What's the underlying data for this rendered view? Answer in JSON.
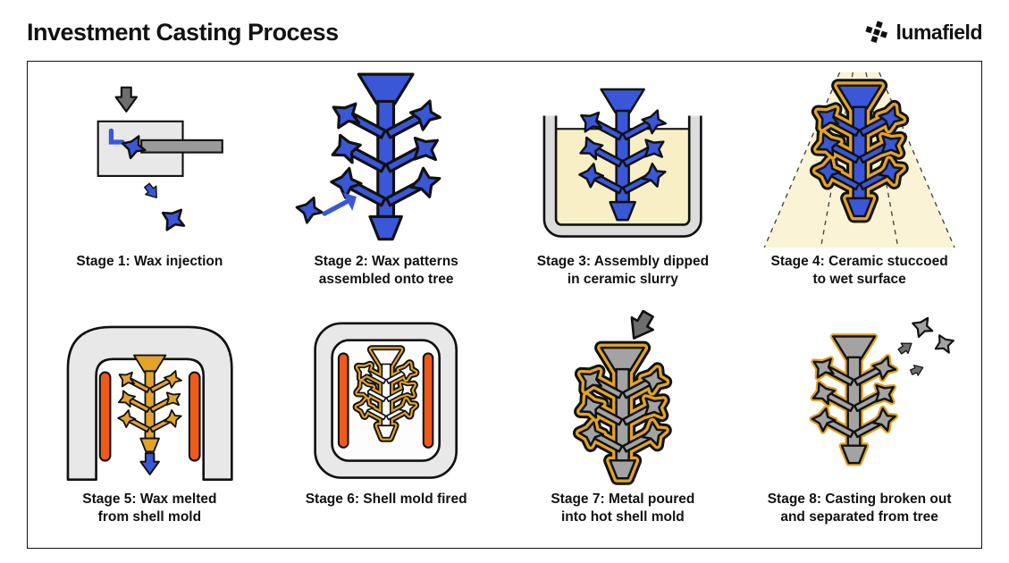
{
  "header": {
    "title": "Investment Casting Process",
    "brand": "lumafield"
  },
  "stages": [
    {
      "line1": "Stage 1: Wax injection",
      "line2": ""
    },
    {
      "line1": "Stage 2: Wax patterns",
      "line2": "assembled onto tree"
    },
    {
      "line1": "Stage 3: Assembly dipped",
      "line2": "in ceramic slurry"
    },
    {
      "line1": "Stage 4: Ceramic stuccoed",
      "line2": "to wet surface"
    },
    {
      "line1": "Stage 5: Wax melted",
      "line2": "from shell mold"
    },
    {
      "line1": "Stage 6: Shell mold fired",
      "line2": ""
    },
    {
      "line1": "Stage 7: Metal poured",
      "line2": "into hot shell mold"
    },
    {
      "line1": "Stage 8: Casting broken out",
      "line2": "and separated from tree"
    }
  ],
  "colors": {
    "wax_blue": "#3a57d7",
    "slurry_cream": "#f8efc7",
    "shell_gold": "#e2a428",
    "heat_orange": "#f05a19",
    "metal_gray": "#a3a3a3",
    "dark_gray": "#6e6e6e",
    "furnace_gray": "#e8e8e8",
    "outline_ink": "#111111"
  }
}
